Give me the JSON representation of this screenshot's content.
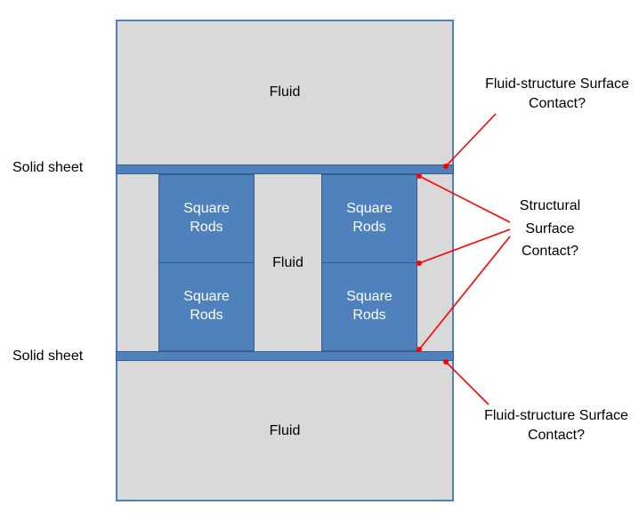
{
  "diagram": {
    "colors": {
      "fluid_fill": "#d9d9d9",
      "rod_fill": "#4f81bd",
      "rod_border": "#385d8a",
      "sheet_fill": "#4f81bd",
      "outline": "#4f81bd",
      "annotation": "#ff0000"
    },
    "regions": {
      "fluid_top": {
        "label": "Fluid"
      },
      "fluid_middle": {
        "label": "Fluid"
      },
      "fluid_bottom": {
        "label": "Fluid"
      }
    },
    "rods": [
      {
        "label": "Square Rods"
      },
      {
        "label": "Square Rods"
      },
      {
        "label": "Square Rods"
      },
      {
        "label": "Square Rods"
      }
    ],
    "sheet_labels": [
      {
        "label": "Solid sheet"
      },
      {
        "label": "Solid sheet"
      }
    ],
    "annotations": [
      {
        "label": "Fluid-structure Surface Contact?"
      },
      {
        "label": "Structural Surface Contact?"
      },
      {
        "label": "Fluid-structure Surface Contact?"
      }
    ]
  }
}
